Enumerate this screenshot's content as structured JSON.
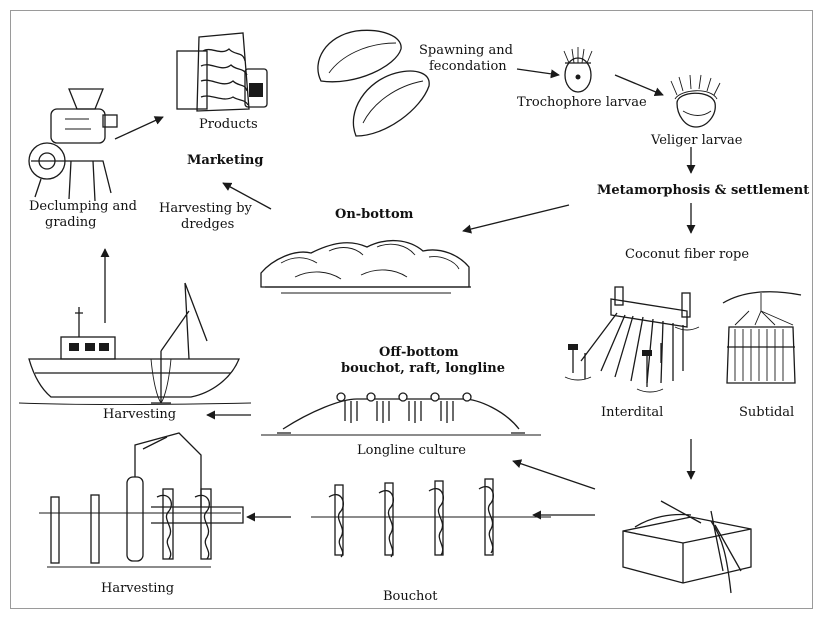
{
  "labels": {
    "spawning_line1": "Spawning and",
    "spawning_line2": "fecondation",
    "trochophore": "Trochophore larvae",
    "veliger": "Veliger larvae",
    "metamorphosis": "Metamorphosis & settlement",
    "coconut": "Coconut fiber rope",
    "interdital": "Interdital",
    "subtidal": "Subtidal",
    "on_bottom": "On-bottom",
    "off_bottom_line1": "Off-bottom",
    "off_bottom_line2": "bouchot, raft, longline",
    "longline": "Longline culture",
    "bouchot": "Bouchot",
    "harvesting_bottom": "Harvesting",
    "harvesting_boat": "Harvesting",
    "declumping_line1": "Declumping and",
    "declumping_line2": "grading",
    "products": "Products",
    "marketing": "Marketing",
    "dredges_line1": "Harvesting by",
    "dredges_line2": "dredges"
  },
  "colors": {
    "ink": "#1a1a1a",
    "border": "#9a9a9a",
    "background": "#ffffff"
  }
}
